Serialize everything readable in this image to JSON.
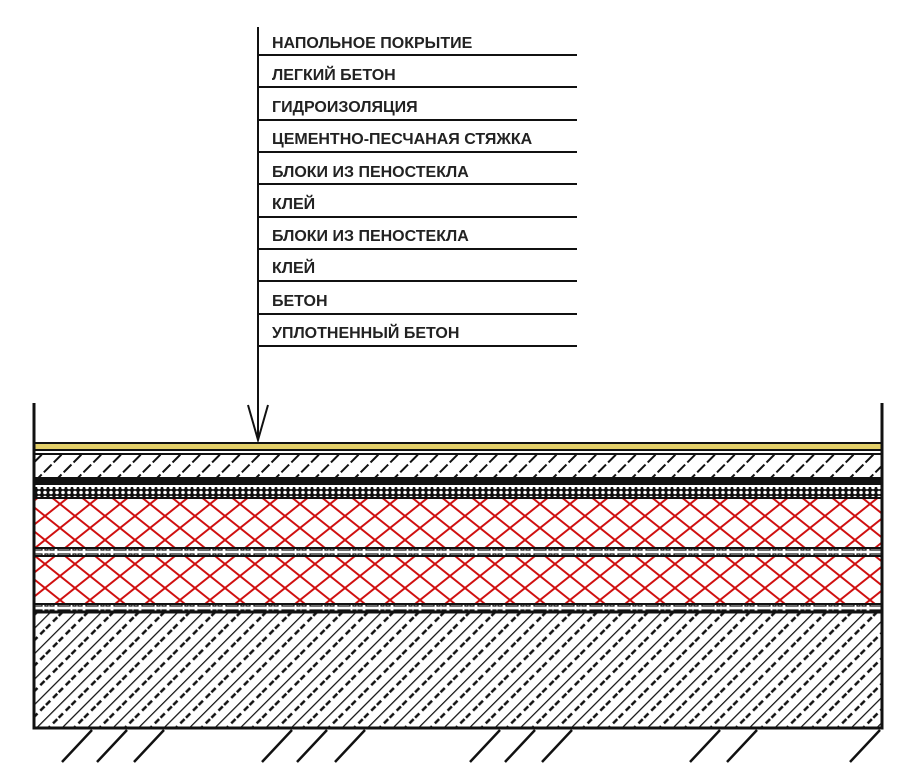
{
  "layers": [
    {
      "label": "НАПОЛЬНОЕ ПОКРЫТИЕ"
    },
    {
      "label": "ЛЕГКИЙ БЕТОН"
    },
    {
      "label": "ГИДРОИЗОЛЯЦИЯ"
    },
    {
      "label": "ЦЕМЕНТНО-ПЕСЧАНАЯ СТЯЖКА"
    },
    {
      "label": "БЛОКИ ИЗ ПЕНОСТЕКЛА"
    },
    {
      "label": "КЛЕЙ"
    },
    {
      "label": "БЛОКИ ИЗ ПЕНОСТЕКЛА"
    },
    {
      "label": "КЛЕЙ"
    },
    {
      "label": "БЕТОН"
    },
    {
      "label": "УПЛОТНЕННЫЙ БЕТОН"
    }
  ],
  "colors": {
    "floor": "#e3cf6a",
    "foam_glass": "#d01010",
    "line": "#111111"
  }
}
